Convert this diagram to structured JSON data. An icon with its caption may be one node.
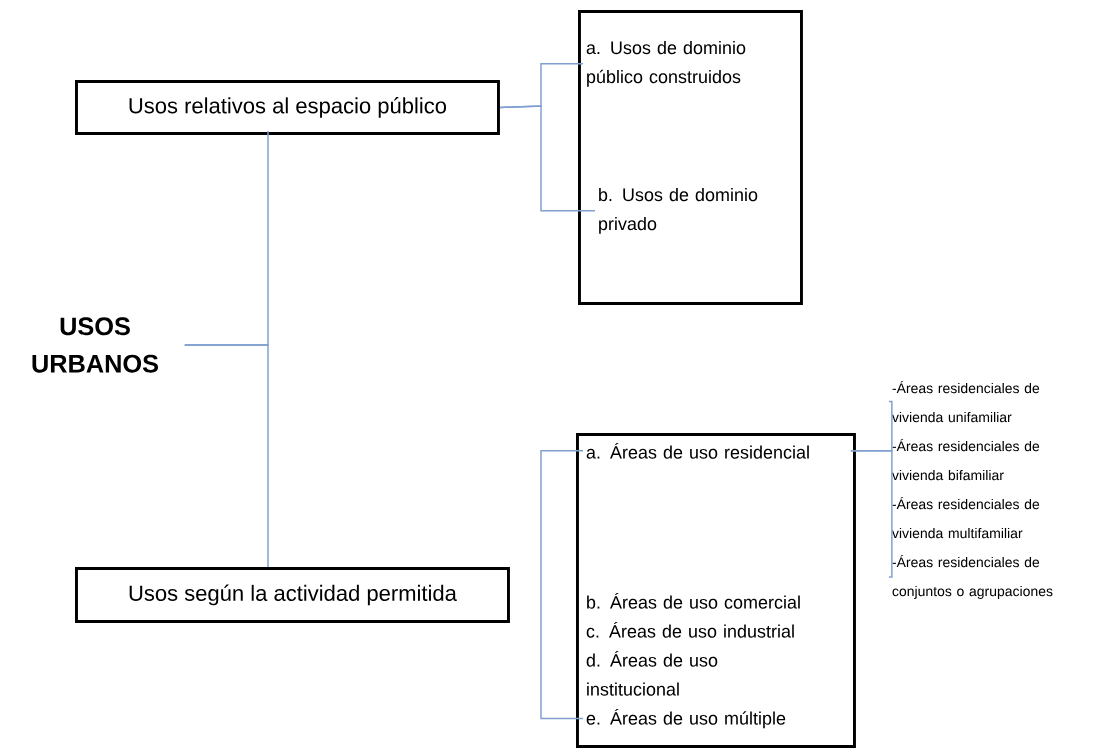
{
  "diagram": {
    "nodes": [
      {
        "text": [
          "USOS URBANOS"
        ]
      },
      {
        "text": [
          "Usos relativos al espacio público"
        ]
      },
      {
        "text": [
          "Usos según la actividad permitida"
        ]
      },
      {
        "text": [],
        "shape": "box"
      },
      {
        "text": [
          "a. Usos de dominio público construidos"
        ],
        "in": 3
      },
      {
        "text": [
          "b. Usos de dominio privado"
        ],
        "in": 3
      },
      {
        "text": [],
        "shape": "box"
      },
      {
        "text": [
          "a. Áreas de uso residencial"
        ],
        "in": 6
      },
      {
        "text": [
          "b. Áreas de uso comercial"
        ],
        "in": 6
      },
      {
        "text": [
          "c. Áreas de uso industrial"
        ],
        "in": 6
      },
      {
        "text": [
          "d. Áreas de uso institucional"
        ],
        "in": 6
      },
      {
        "text": [
          "e. Áreas de uso múltiple"
        ],
        "in": 6
      },
      {
        "text": [
          "-Áreas residenciales de vivienda unifamiliar"
        ]
      },
      {
        "text": [
          "-Áreas residenciales de vivienda bifamiliar"
        ]
      },
      {
        "text": [
          "-Áreas residenciales de vivienda multifamiliar"
        ]
      },
      {
        "text": [
          "-Áreas residenciales de conjuntos o agrupaciones"
        ]
      }
    ],
    "edges": [
      {
        "from": 0,
        "to": 1,
        "arrow": "none"
      },
      {
        "from": 0,
        "to": 2,
        "arrow": "none"
      },
      {
        "from": 1,
        "to": 4,
        "arrow": "none"
      },
      {
        "from": 1,
        "to": 5,
        "arrow": "none"
      },
      {
        "from": 7,
        "to": 12,
        "arrow": "none"
      },
      {
        "from": 7,
        "to": 15,
        "arrow": "none"
      },
      {
        "from": 7,
        "to": 11,
        "arrow": "none"
      }
    ]
  }
}
